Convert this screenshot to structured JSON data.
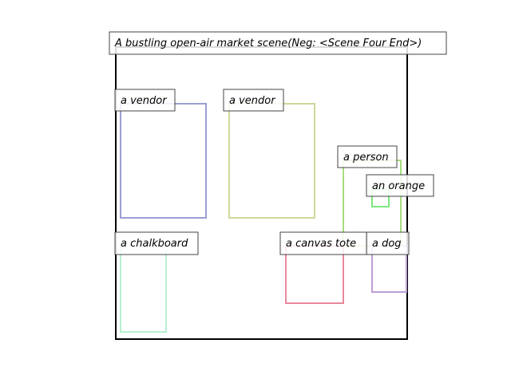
{
  "title": "A bustling open-air market scene(Neg: <Scene Four End>)",
  "boxes": [
    {
      "id": "vendor-1",
      "label": "a vendor",
      "color": "#9aa0d4"
    },
    {
      "id": "vendor-2",
      "label": "a vendor",
      "color": "#cdd89a"
    },
    {
      "id": "person",
      "label": "a person",
      "color": "#a6de7e"
    },
    {
      "id": "orange",
      "label": "an orange",
      "color": "#7ee87e"
    },
    {
      "id": "chalkboard",
      "label": "a chalkboard",
      "color": "#b6f0cf"
    },
    {
      "id": "canvas-tote",
      "label": "a canvas tote",
      "color": "#e8879a"
    },
    {
      "id": "dog",
      "label": "a dog",
      "color": "#bba0d4"
    }
  ]
}
